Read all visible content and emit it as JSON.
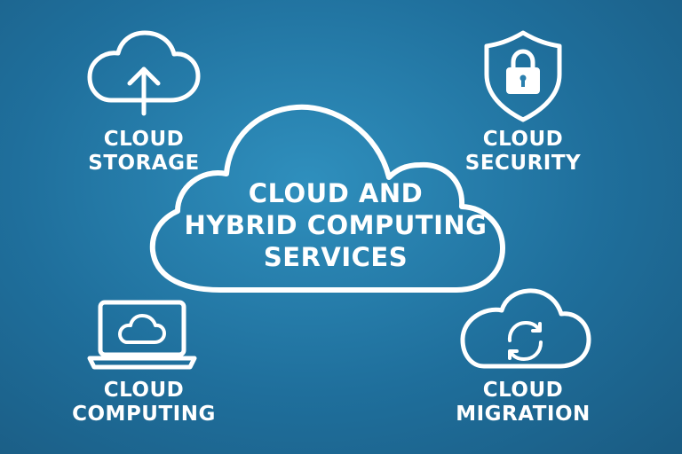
{
  "center": {
    "lines": [
      "CLOUD AND",
      "HYBRID COMPUTING",
      "SERVICES"
    ]
  },
  "items": [
    {
      "id": "storage",
      "lines": [
        "CLOUD",
        "STORAGE"
      ],
      "icon": "cloud-upload-icon"
    },
    {
      "id": "security",
      "lines": [
        "CLOUD",
        "SECURITY"
      ],
      "icon": "shield-lock-icon"
    },
    {
      "id": "computing",
      "lines": [
        "CLOUD",
        "COMPUTING"
      ],
      "icon": "laptop-cloud-icon"
    },
    {
      "id": "migration",
      "lines": [
        "CLOUD",
        "MIGRATION"
      ],
      "icon": "cloud-sync-icon"
    }
  ],
  "colors": {
    "background": "#1f6f9c",
    "foreground": "#ffffff"
  }
}
